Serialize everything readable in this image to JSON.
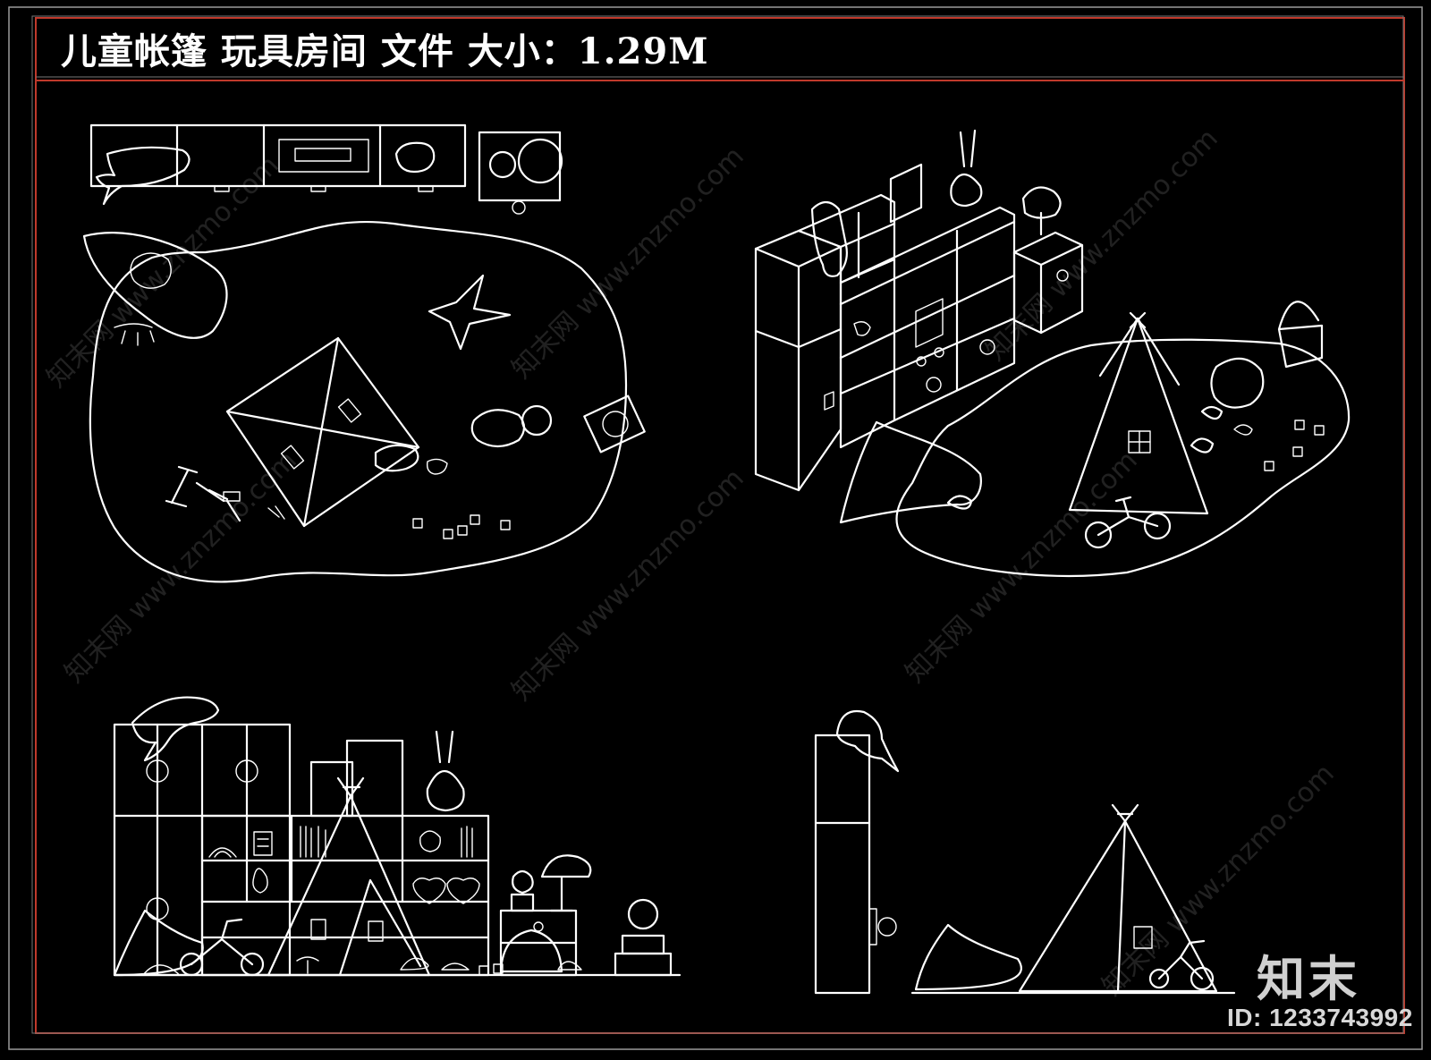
{
  "header": {
    "title": "儿童帐篷 玩具房间 文件 大小：1.29M"
  },
  "brand": {
    "logo_text": "知末",
    "id_text": "ID: 1233743992"
  },
  "watermark": {
    "text": "知末网 www.znzmo.com"
  },
  "colors": {
    "background": "#000000",
    "line": "#ffffff",
    "frame_red": "#c0392b",
    "frame_gray": "#9a9a9a"
  },
  "views": [
    {
      "id": "plan-view"
    },
    {
      "id": "axonometric-view"
    },
    {
      "id": "front-elevation"
    },
    {
      "id": "side-elevation"
    }
  ]
}
